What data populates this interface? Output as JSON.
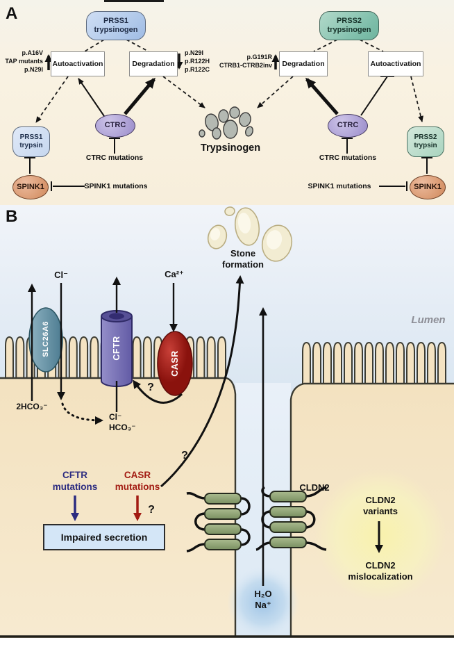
{
  "panel_a": {
    "label": "A",
    "prss1_trypsinogen": "PRSS1\ntrypsinogen",
    "prss2_trypsinogen": "PRSS2\ntrypsinogen",
    "autoactivation_left": "Autoactivation",
    "degradation_left": "Degradation",
    "degradation_right": "Degradation",
    "autoactivation_right": "Autoactivation",
    "left_auto_mutations": "p.A16V\nTAP mutants\np.N29I",
    "left_deg_mutations": "p.N29I\np.R122H\np.R122C",
    "right_deg_mutations": "p.G191R\nCTRB1-CTRB2inv",
    "ctrc_left": "CTRC",
    "ctrc_right": "CTRC",
    "trypsinogen": "Trypsinogen",
    "prss1_trypsin": "PRSS1\ntrypsin",
    "prss2_trypsin": "PRSS2\ntrypsin",
    "ctrc_mutations_left": "CTRC mutations",
    "ctrc_mutations_right": "CTRC mutations",
    "spink1_left": "SPINK1",
    "spink1_right": "SPINK1",
    "spink1_mutations_left": "SPINK1 mutations",
    "spink1_mutations_right": "SPINK1 mutations"
  },
  "panel_b": {
    "label": "B",
    "lumen": "Lumen",
    "stone_formation": "Stone\nformation",
    "cl_top": "Cl⁻",
    "ca": "Ca²⁺",
    "slc26a6": "SLC26A6",
    "cftr": "CFTR",
    "casr": "CASR",
    "hco3_2": "2HCO₃⁻",
    "cl_hco3": "Cl⁻\nHCO₃⁻",
    "q_casr_cftr": "?",
    "q_stone": "?",
    "q_casr_mut": "?",
    "cftr_mutations": "CFTR\nmutations",
    "casr_mutations": "CASR\nmutations",
    "impaired_secretion": "Impaired secretion",
    "cldn2": "CLDN2",
    "h2o_na": "H₂O\nNa⁺",
    "cldn2_variants": "CLDN2\nvariants",
    "cldn2_mislocalization": "CLDN2\nmislocalization"
  },
  "colors": {
    "panel_a_bg": "#f8f1e1",
    "lumen_blue": "#dde8f3",
    "cell_tan": "#f5e6c6",
    "node_blue": "#b3c9ea",
    "node_green": "#83c0ac",
    "trypsin_blue": "#ccdcf2",
    "trypsin_green": "#b7dac7",
    "ctrc_purple": "#b0a3d8",
    "spink1_orange": "#dd9e78",
    "stone_cream": "#f2ecd2",
    "slc_teal": "#6895a9",
    "cftr_purple": "#7b74ba",
    "casr_red": "#a81d15",
    "cldn2_green": "#93a877",
    "navy": "#2b2b80",
    "dark_red": "#a21b12",
    "impaired_fill": "#d4e6f7",
    "glow_yellow": "#f7f1b5",
    "glow_blue": "#a6c9e9",
    "black": "#111111"
  }
}
